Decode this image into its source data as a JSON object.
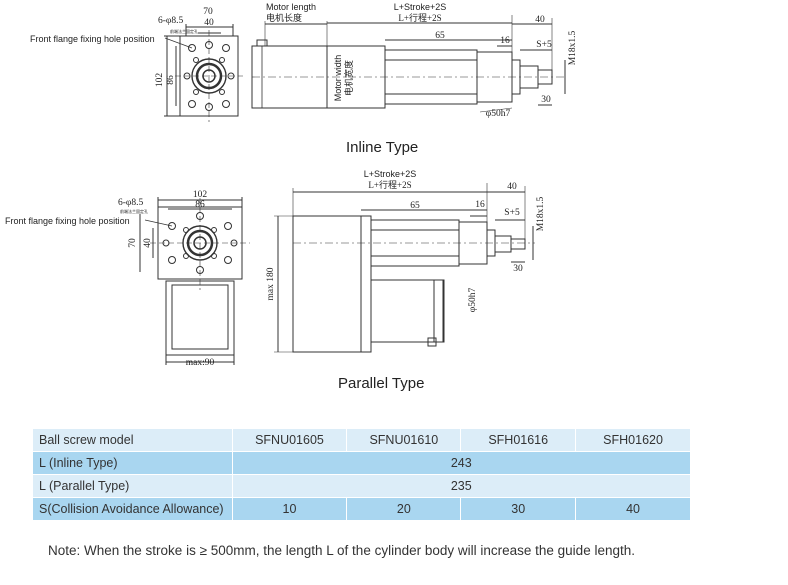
{
  "inline": {
    "title": "Inline Type",
    "hole_spec": "6-φ8.5",
    "hole_small": "前端法兰固定孔",
    "front_flange_label": "Front flange fixing hole position",
    "dim_top": "70",
    "dim_40": "40",
    "dim_102": "102",
    "dim_86": "86",
    "motor_length_en": "Motor length",
    "motor_length_cn": "电机长度",
    "length_en": "L+Stroke+2S",
    "length_cn": "L+行程+2S",
    "dim_65": "65",
    "dim_16": "16",
    "dim_right40": "40",
    "dim_s5": "S+5",
    "dim_30": "30",
    "thread": "M18x1.5",
    "shaft": "φ50h7",
    "motor_width_en": "Motor width",
    "motor_width_cn": "电机宽度"
  },
  "parallel": {
    "title": "Parallel Type",
    "hole_spec": "6-φ8.5",
    "hole_small": "前端法兰固定孔",
    "front_flange_label": "Front flange fixing hole position",
    "dim_102": "102",
    "dim_86": "86",
    "dim_70": "70",
    "dim_40": "40",
    "max90": "max:90",
    "max180": "max 180",
    "length_en": "L+Stroke+2S",
    "length_cn": "L+行程+2S",
    "dim_65": "65",
    "dim_16": "16",
    "dim_right40": "40",
    "dim_s5": "S+5",
    "dim_30": "30",
    "thread": "M18x1.5",
    "shaft": "φ50h7"
  },
  "table": {
    "header": [
      "Ball screw model",
      "SFNU01605",
      "SFNU01610",
      "SFH01616",
      "SFH01620"
    ],
    "rows": [
      {
        "label": "L (Inline Type)",
        "value": "243"
      },
      {
        "label": "L (Parallel Type)",
        "value": "235"
      },
      {
        "label": "S(Collision Avoidance Allowance)",
        "values": [
          "10",
          "20",
          "30",
          "40"
        ]
      }
    ]
  },
  "note": "Note: When the stroke is ≥ 500mm, the length L of the cylinder body will increase the guide length."
}
